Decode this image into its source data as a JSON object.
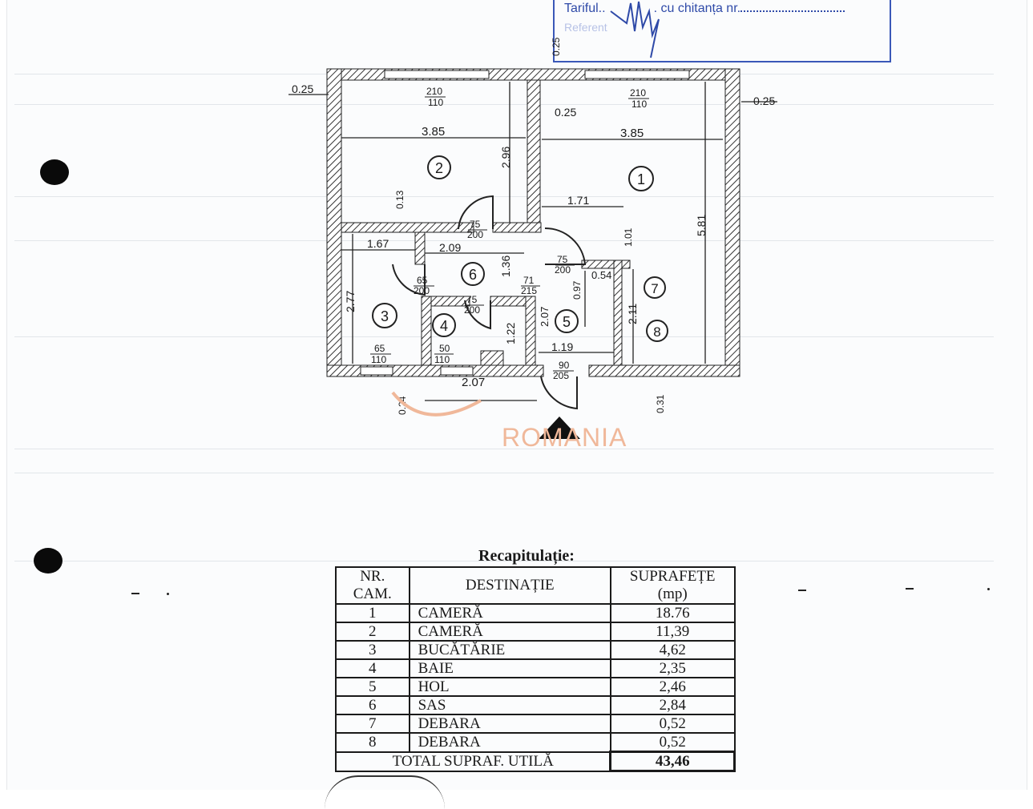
{
  "stamp": {
    "line1_prefix": "Tariful..",
    "line1_suffix": ". cu chitanța nr.",
    "line2": "Referent"
  },
  "plan": {
    "rooms": [
      {
        "id": "1"
      },
      {
        "id": "2"
      },
      {
        "id": "3"
      },
      {
        "id": "4"
      },
      {
        "id": "5"
      },
      {
        "id": "6"
      },
      {
        "id": "7"
      },
      {
        "id": "8"
      }
    ],
    "dimensions": {
      "wall_left": "0.25",
      "wall_right": "0.25",
      "wall_mid": "0.25",
      "wall_top": "0.25",
      "window_2_top": "210",
      "window_2_bot": "110",
      "window_1_top": "210",
      "window_1_bot": "110",
      "room2_width": "3.85",
      "room1_width": "3.85",
      "room2_height": "2.96",
      "room1_height": "5.81",
      "wall_013": "0.13",
      "hall_171": "1.71",
      "room3_width": "1.67",
      "room6_width": "2.09",
      "door_75a_top": "75",
      "door_75a_bot": "200",
      "door_75b_top": "75",
      "door_75b_bot": "200",
      "door_75c_top": "75",
      "door_75c_bot": "200",
      "door_65_top": "65",
      "door_65_bot": "200",
      "door_71_top": "71",
      "door_71_bot": "215",
      "dim_136": "1.36",
      "dim_097": "0.97",
      "dim_054": "0.54",
      "dim_101": "1.01",
      "dim_211": "2.11",
      "room3_height": "2.77",
      "dim_207v": "2.07",
      "dim_122": "1.22",
      "dim_119": "1.19",
      "win_65_top": "65",
      "win_65_bot": "110",
      "win_50_top": "50",
      "win_50_bot": "110",
      "door_90_top": "90",
      "door_90_bot": "205",
      "dim_207h": "2.07",
      "dim_024": "0.24",
      "dim_031": "0.31"
    }
  },
  "watermark": "ROMANIA",
  "recap": {
    "title": "Recapitulație:",
    "headers": {
      "nr_line1": "NR.",
      "nr_line2": "CAM.",
      "destinatie": "DESTINAȚIE",
      "suprafete_line1": "SUPRAFEȚE",
      "suprafete_line2": "(mp)"
    },
    "rows": [
      {
        "nr": "1",
        "dest": "CAMERĂ",
        "sup": "18.76"
      },
      {
        "nr": "2",
        "dest": "CAMERĂ",
        "sup": "11,39"
      },
      {
        "nr": "3",
        "dest": "BUCĂTĂRIE",
        "sup": "4,62"
      },
      {
        "nr": "4",
        "dest": "BAIE",
        "sup": "2,35"
      },
      {
        "nr": "5",
        "dest": "HOL",
        "sup": "2,46"
      },
      {
        "nr": "6",
        "dest": "SAS",
        "sup": "2,84"
      },
      {
        "nr": "7",
        "dest": "DEBARA",
        "sup": "0,52"
      },
      {
        "nr": "8",
        "dest": "DEBARA",
        "sup": "0,52"
      }
    ],
    "total_label": "TOTAL  SUPRAF. UTILĂ",
    "total_value": "43,46"
  },
  "colors": {
    "stamp_blue": "#2f4aa8",
    "watermark_orange": "#f0b89a",
    "ink": "#1a1a1a"
  }
}
